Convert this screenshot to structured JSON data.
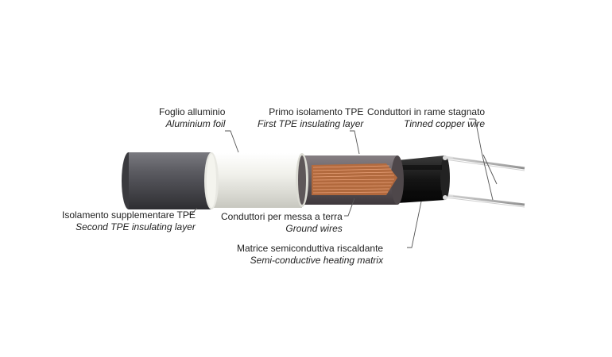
{
  "labels": {
    "aluminium_foil": {
      "it": "Foglio alluminio",
      "en": "Aluminium foil"
    },
    "first_tpe": {
      "it": "Primo isolamento TPE",
      "en": "First TPE insulating layer"
    },
    "copper_wire": {
      "it": "Conduttori in rame stagnato",
      "en": "Tinned copper wire"
    },
    "second_tpe": {
      "it": "Isolamento supplementare TPE",
      "en": "Second TPE insulating layer"
    },
    "ground_wires": {
      "it": "Conduttori per messa a terra",
      "en": "Ground wires"
    },
    "heating_matrix": {
      "it": "Matrice semiconduttiva riscaldante",
      "en": "Semi-conductive heating matrix"
    }
  },
  "colors": {
    "outer_jacket": "#4a4a4e",
    "foil": "#e6e6e0",
    "inner_jacket": "#5a5458",
    "copper": "#c87a4a",
    "matrix": "#1a1a1a",
    "wire": "#b8b8b8",
    "leader": "#555555"
  }
}
